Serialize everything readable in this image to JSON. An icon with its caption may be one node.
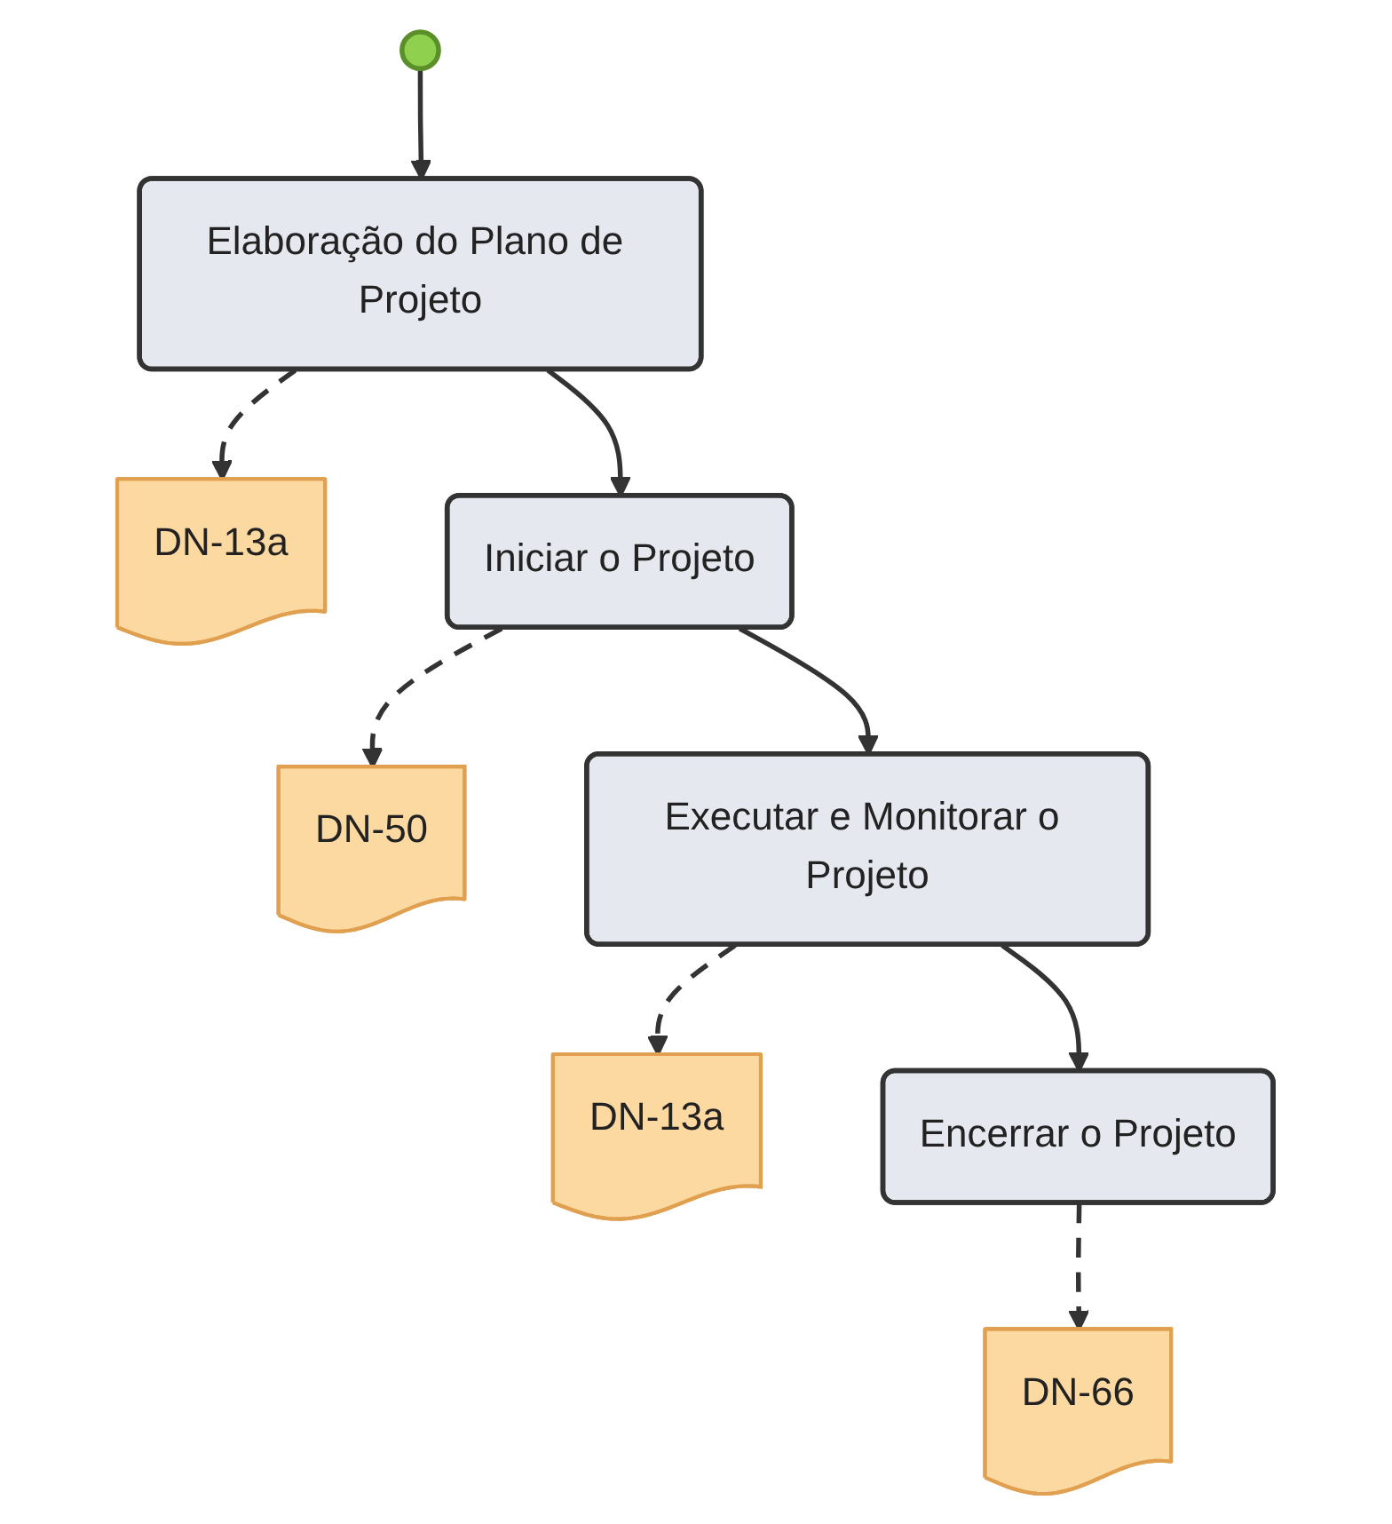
{
  "diagram": {
    "nodes": [
      {
        "text": [],
        "shape": "circle"
      },
      {
        "text": [
          "Elaboração do Plano de Projeto"
        ]
      },
      {
        "text": [
          "DN-13a"
        ]
      },
      {
        "text": [
          "Iniciar o Projeto"
        ]
      },
      {
        "text": [
          "DN-50"
        ]
      },
      {
        "text": [
          "Executar e Monitorar o Projeto"
        ]
      },
      {
        "text": [
          "DN-13a"
        ]
      },
      {
        "text": [
          "Encerrar o Projeto"
        ]
      },
      {
        "text": [
          "DN-66"
        ]
      }
    ],
    "edges": [
      {
        "from": 0,
        "to": 1,
        "arrow": "to"
      },
      {
        "from": 1,
        "to": 2,
        "arrow": "to",
        "style": "dashed"
      },
      {
        "from": 1,
        "to": 3,
        "arrow": "to"
      },
      {
        "from": 3,
        "to": 4,
        "arrow": "to",
        "style": "dashed"
      },
      {
        "from": 3,
        "to": 5,
        "arrow": "to"
      },
      {
        "from": 5,
        "to": 6,
        "arrow": "to",
        "style": "dashed"
      },
      {
        "from": 5,
        "to": 7,
        "arrow": "to"
      },
      {
        "from": 7,
        "to": 8,
        "arrow": "to",
        "style": "dashed"
      }
    ]
  }
}
